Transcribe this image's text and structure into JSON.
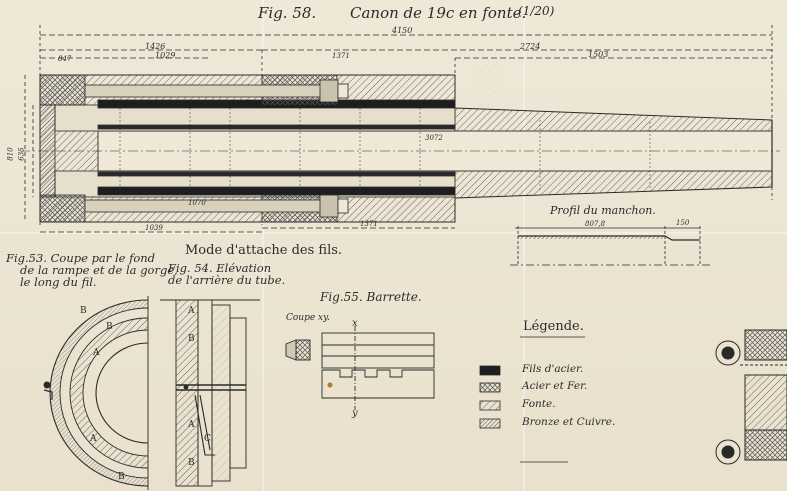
{
  "fig58": {
    "label": "Fig. 58.",
    "title": "Canon de 19c en fonte.",
    "scale": "(1/20)",
    "dims": {
      "overall": "4150",
      "d1426": "1426",
      "d1029": "1029",
      "d2724": "2724",
      "d1503": "1503",
      "d847": "847",
      "d1371": "1371",
      "d3072": "3072",
      "d1070": "1070",
      "d1039": "1039",
      "d810": "810",
      "d635": "635"
    }
  },
  "profil": {
    "title": "Profil du manchon.",
    "dim1": "807,8",
    "dim2": "150"
  },
  "mode_title": "Mode d'attache des fils.",
  "fig53": {
    "line1": "Fig.53. Coupe par le fond",
    "line2": "de la rampe et de la gorge,",
    "line3": "le long du fil.",
    "letters": [
      "B",
      "B",
      "A",
      "A",
      "B"
    ]
  },
  "fig54": {
    "line1": "Fig. 54. Elévation",
    "line2": "de l'arrière du tube.",
    "letters": [
      "A",
      "B",
      "A",
      "C",
      "B"
    ]
  },
  "fig55": {
    "title": "Fig.55. Barrette.",
    "coupe": "Coupe xy.",
    "x": "x",
    "y": "y"
  },
  "legend": {
    "title": "Légende.",
    "items": [
      {
        "label": "Fils d'acier.",
        "pattern": "solid"
      },
      {
        "label": "Acier et Fer.",
        "pattern": "cross"
      },
      {
        "label": "Fonte.",
        "pattern": "diag"
      },
      {
        "label": "Bronze et Cuivre.",
        "pattern": "dense"
      }
    ]
  },
  "colors": {
    "ink": "#2a2a2a",
    "paper": "#ece5d3",
    "wire": "#1e1e1e"
  }
}
